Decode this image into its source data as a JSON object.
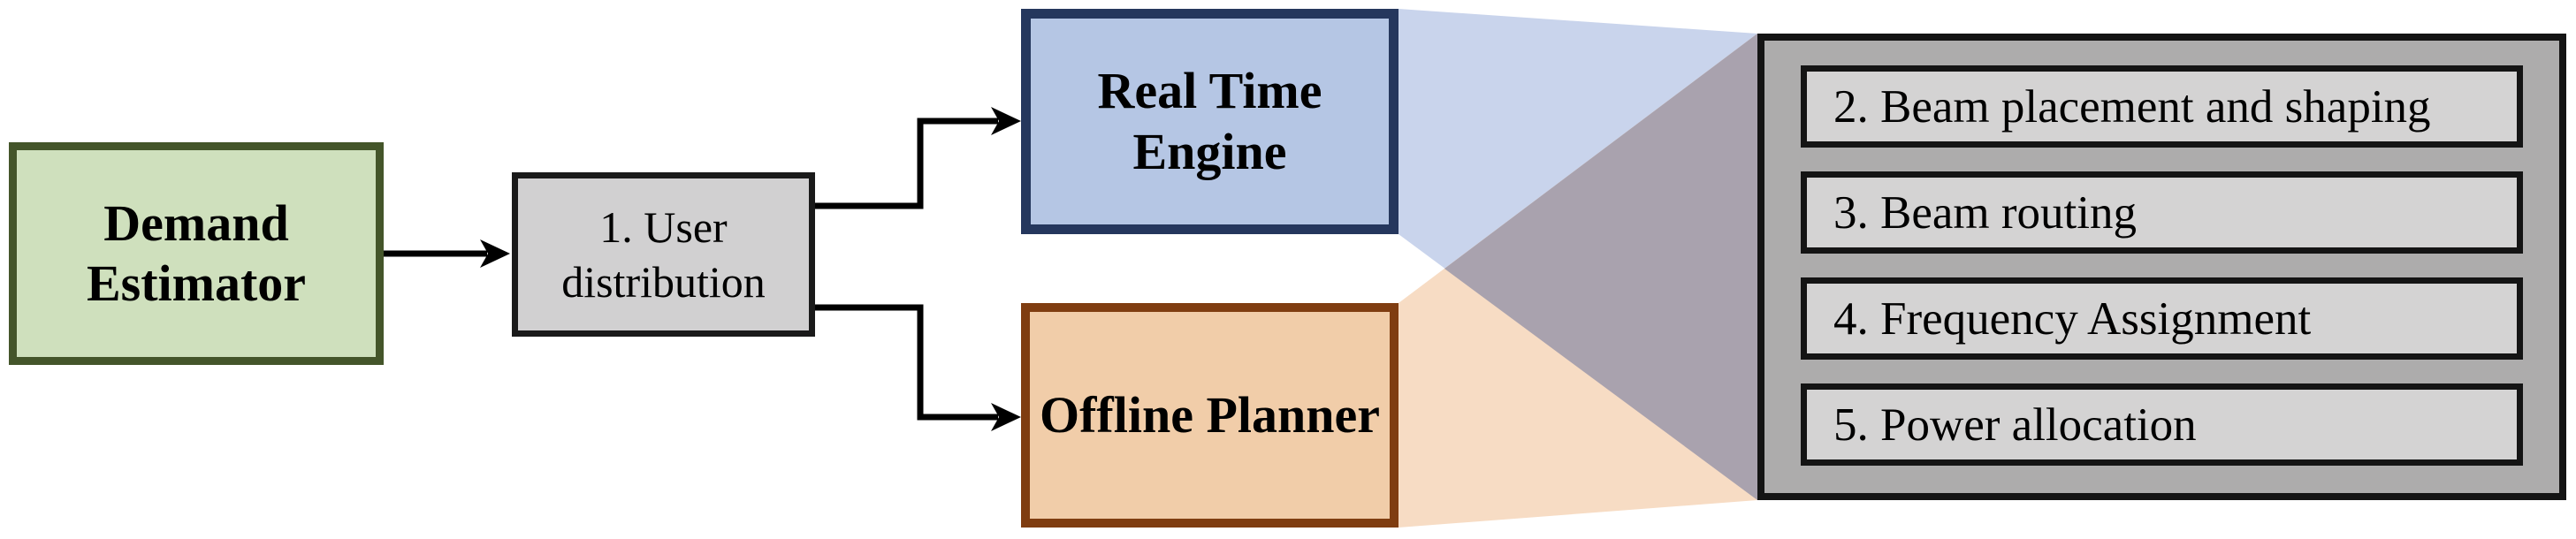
{
  "diagram": {
    "nodes": {
      "demand_estimator": {
        "label": "Demand Estimator"
      },
      "user_distribution": {
        "label": "1. User distribution"
      },
      "real_time_engine": {
        "label": "Real Time Engine"
      },
      "offline_planner": {
        "label": "Offline Planner"
      }
    },
    "task_panel": {
      "items": [
        "2. Beam placement and shaping",
        "3. Beam routing",
        "4. Frequency Assignment",
        "5. Power allocation"
      ]
    },
    "theme": {
      "text": "#000000",
      "connector": "#000000",
      "demand_fill": "#cfe0bd",
      "demand_border": "#44552a",
      "userdist_fill": "#d1d0d1",
      "userdist_border": "#1a1a1a",
      "rte_fill": "#b5c6e4",
      "rte_border": "#25375d",
      "offline_fill": "#f1cda9",
      "offline_border": "#7f3d11",
      "panel_fill": "#adacac",
      "panel_border": "#141414",
      "task_fill": "#d4d3d3",
      "task_border": "#141414",
      "fan_blue": "#c9d4ec",
      "fan_orange": "#f7dcc4",
      "fan_overlap": "#a9a2ae"
    }
  }
}
